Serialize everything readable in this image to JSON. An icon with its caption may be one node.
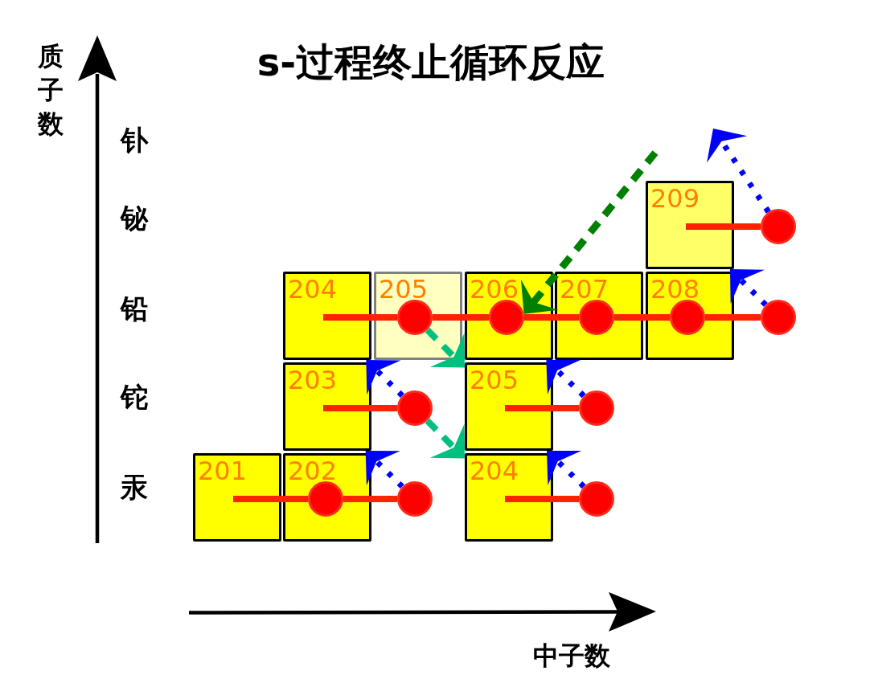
{
  "diagram": {
    "title": "s-过程终止循环反应",
    "nodes": [
      {
        "text": [
          "209"
        ]
      },
      {
        "text": [],
        "shape": "circle"
      },
      {
        "text": [
          "204"
        ]
      },
      {
        "text": [
          "205"
        ]
      },
      {
        "text": [],
        "shape": "circle",
        "in": 3
      },
      {
        "text": [
          "206"
        ]
      },
      {
        "text": [],
        "shape": "circle",
        "in": 5
      },
      {
        "text": [
          "207"
        ]
      },
      {
        "text": [],
        "shape": "circle",
        "in": 7
      },
      {
        "text": [
          "208"
        ]
      },
      {
        "text": [],
        "shape": "circle",
        "in": 9
      },
      {
        "text": [],
        "shape": "circle"
      },
      {
        "text": [
          "203"
        ]
      },
      {
        "text": [],
        "shape": "circle"
      },
      {
        "text": [
          "205"
        ]
      },
      {
        "text": [],
        "shape": "circle"
      },
      {
        "text": [
          "201"
        ]
      },
      {
        "text": [
          "202"
        ]
      },
      {
        "text": [],
        "shape": "circle",
        "in": 17
      },
      {
        "text": [],
        "shape": "circle"
      },
      {
        "text": [
          "204"
        ]
      },
      {
        "text": [],
        "shape": "circle"
      }
    ],
    "edges": [
      {
        "from": 16,
        "to": 18,
        "arrow": "none"
      },
      {
        "from": 18,
        "to": 19,
        "arrow": "none"
      },
      {
        "from": 12,
        "to": 13,
        "arrow": "none"
      },
      {
        "from": 2,
        "to": 4,
        "arrow": "none"
      },
      {
        "from": 4,
        "to": 6,
        "arrow": "none"
      },
      {
        "from": 6,
        "to": 8,
        "arrow": "none"
      },
      {
        "from": 8,
        "to": 10,
        "arrow": "none"
      },
      {
        "from": 10,
        "to": 11,
        "arrow": "none"
      },
      {
        "from": 14,
        "to": 15,
        "arrow": "none"
      },
      {
        "from": 20,
        "to": 21,
        "arrow": "none"
      },
      {
        "from": 0,
        "to": 1,
        "arrow": "none"
      },
      {
        "from": 19,
        "to": 12,
        "arrow": "to",
        "style": "dashed",
        "color": "#0000ff"
      },
      {
        "from": 13,
        "to": 2,
        "arrow": "to",
        "style": "dashed",
        "color": "#0000ff"
      },
      {
        "from": 15,
        "to": 5,
        "arrow": "to",
        "style": "dashed",
        "color": "#0000ff"
      },
      {
        "from": 21,
        "to": 14,
        "arrow": "to",
        "style": "dashed",
        "color": "#0000ff"
      },
      {
        "from": 11,
        "to": 0,
        "arrow": "to",
        "style": "dashed",
        "color": "#0000ff"
      },
      {
        "from": 1,
        "to": null,
        "arrow": "to",
        "style": "dashed",
        "color": "#0000ff"
      },
      {
        "from": 4,
        "to": 14,
        "arrow": "to",
        "style": "dashed",
        "color": "#00c080"
      },
      {
        "from": 13,
        "to": 20,
        "arrow": "to",
        "style": "dashed",
        "color": "#00c080"
      },
      {
        "from": null,
        "to": 6,
        "arrow": "to",
        "style": "dashed",
        "color": "#008000"
      }
    ],
    "labels": [
      "质子数",
      "钋",
      "铋",
      "铅",
      "铊",
      "汞",
      "中子数"
    ]
  }
}
